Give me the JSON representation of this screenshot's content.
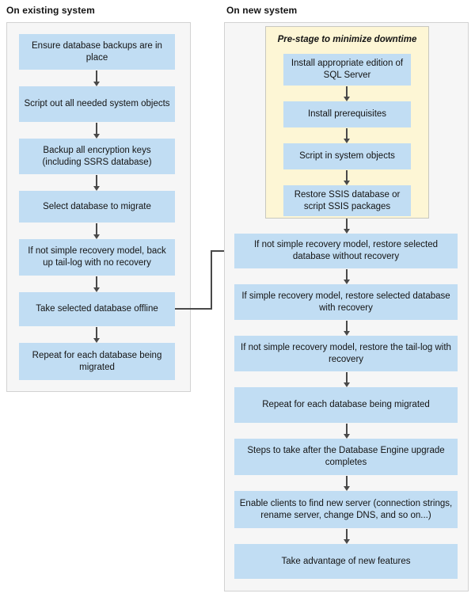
{
  "diagram": {
    "colors": {
      "node_fill": "#c1ddf3",
      "panel_fill": "#f6f6f6",
      "panel_border": "#d2d2d2",
      "substage_fill": "#fdf6d5",
      "substage_border": "#c8c8c0",
      "connector": "#494949",
      "text": "#141414"
    },
    "panels": [
      {
        "id": "existing-system",
        "title": "On existing system",
        "nodes": [
          {
            "id": "ensure-backups",
            "label": "Ensure database backups are in place"
          },
          {
            "id": "script-out-objects",
            "label": "Script out all needed system objects"
          },
          {
            "id": "backup-encryption-keys",
            "label": "Backup all encryption keys (including SSRS database)"
          },
          {
            "id": "select-database",
            "label": "Select database to migrate"
          },
          {
            "id": "backup-tail-log",
            "label": "If not simple recovery model, back up tail-log with no recovery"
          },
          {
            "id": "take-offline",
            "label": "Take selected database offline"
          },
          {
            "id": "repeat-each-database",
            "label": "Repeat for each database being migrated"
          }
        ]
      },
      {
        "id": "new-system",
        "title": "On new system",
        "substage": {
          "id": "pre-stage",
          "title": "Pre-stage to minimize downtime",
          "nodes": [
            {
              "id": "install-sql-server",
              "label": "Install appropriate edition of SQL Server"
            },
            {
              "id": "install-prerequisites",
              "label": "Install prerequisites"
            },
            {
              "id": "script-in-objects",
              "label": "Script in system objects"
            },
            {
              "id": "restore-ssis",
              "label": "Restore SSIS database or script SSIS packages"
            }
          ]
        },
        "nodes": [
          {
            "id": "restore-without-recovery",
            "label": "If not simple recovery model, restore selected database without recovery"
          },
          {
            "id": "restore-with-recovery",
            "label": "If simple recovery model, restore selected database with recovery"
          },
          {
            "id": "restore-tail-log",
            "label": "If not simple recovery model, restore the tail-log with recovery"
          },
          {
            "id": "repeat-each-database-new",
            "label": "Repeat for each database being migrated"
          },
          {
            "id": "post-upgrade-steps",
            "label": "Steps to take after the Database Engine upgrade completes"
          },
          {
            "id": "enable-clients",
            "label": "Enable clients to find new server (connection strings, rename server, change DNS, and so on...)"
          },
          {
            "id": "take-advantage-features",
            "label": "Take advantage of new features"
          }
        ]
      }
    ],
    "cross_panel_connector": {
      "id": "offline-to-restore",
      "from": "take-offline",
      "to": "restore-without-recovery"
    }
  }
}
